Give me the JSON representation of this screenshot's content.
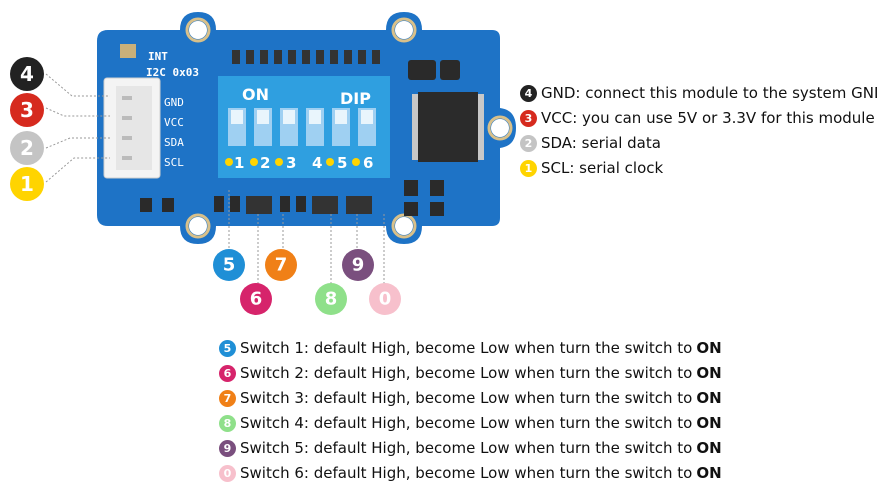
{
  "colors": {
    "c4": "#222222",
    "c3": "#d62a1e",
    "c2": "#c4c4c4",
    "c1": "#ffd400",
    "c5": "#1f8fd6",
    "c6": "#d6246b",
    "c7": "#f08017",
    "c8": "#8fe08a",
    "c9": "#7a4f7e",
    "c0": "#f7c0cc",
    "pcb": "#1e73c6",
    "dip": "#2f9fe0"
  },
  "board": {
    "int_label": "INT",
    "addr_label": "I2C 0x03",
    "pins": [
      "GND",
      "VCC",
      "SDA",
      "SCL"
    ],
    "dip_on": "ON",
    "dip_dip": "DIP",
    "switch_numbers": [
      "1",
      "2",
      "3",
      "4",
      "5",
      "6"
    ]
  },
  "badges": {
    "b4": "4",
    "b3": "3",
    "b2": "2",
    "b1": "1",
    "b5": "5",
    "b6": "6",
    "b7": "7",
    "b8": "8",
    "b9": "9",
    "b0": "0"
  },
  "right_legend": [
    {
      "num": "4",
      "text": "GND: connect this module to the system GND",
      "color": "#222222"
    },
    {
      "num": "3",
      "text": "VCC: you can use 5V or 3.3V for this module",
      "color": "#d62a1e"
    },
    {
      "num": "2",
      "text": "SDA: serial data",
      "color": "#c4c4c4"
    },
    {
      "num": "1",
      "text": "SCL: serial clock",
      "color": "#ffd400"
    }
  ],
  "bottom_legend": [
    {
      "num": "5",
      "text": "Switch 1: default High, become Low when turn the switch to",
      "bold": "ON",
      "color": "#1f8fd6"
    },
    {
      "num": "6",
      "text": "Switch 2: default High, become Low when turn the switch to",
      "bold": "ON",
      "color": "#d6246b"
    },
    {
      "num": "7",
      "text": "Switch 3: default High, become Low when turn the switch to",
      "bold": "ON",
      "color": "#f08017"
    },
    {
      "num": "8",
      "text": "Switch 4: default High, become Low when turn the switch to",
      "bold": "ON",
      "color": "#8fe08a"
    },
    {
      "num": "9",
      "text": "Switch 5: default High, become Low when turn the switch to",
      "bold": "ON",
      "color": "#7a4f7e"
    },
    {
      "num": "0",
      "text": "Switch 6: default High, become Low when turn the switch to",
      "bold": "ON",
      "color": "#f7c0cc"
    }
  ]
}
